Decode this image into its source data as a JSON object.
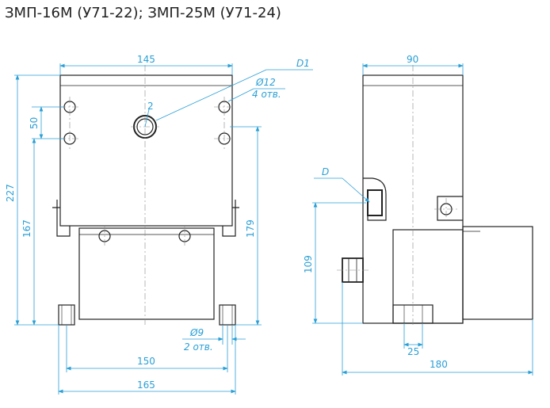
{
  "title": "ЗМП-16М (У71-22); ЗМП-25М (У71-24)",
  "colors": {
    "outline": "#222222",
    "dimension": "#2a9fd6",
    "hidden": "#888888"
  },
  "front_view": {
    "dim_width_top": "145",
    "dim_hole_pitch": "50",
    "dim_total_height": "227",
    "dim_lower_height": "167",
    "dim_right_height": "179",
    "dim_base_width": "150",
    "dim_overall_width": "165",
    "label_port": "2",
    "label_d1": "D1",
    "label_hole_dia": "Ø12",
    "label_hole_count": "4 отв.",
    "label_foot_dia": "Ø9",
    "label_foot_count": "2 отв."
  },
  "side_view": {
    "dim_width_top": "90",
    "dim_d": "D",
    "dim_height": "109",
    "dim_bottom_small": "25",
    "dim_overall": "180"
  }
}
